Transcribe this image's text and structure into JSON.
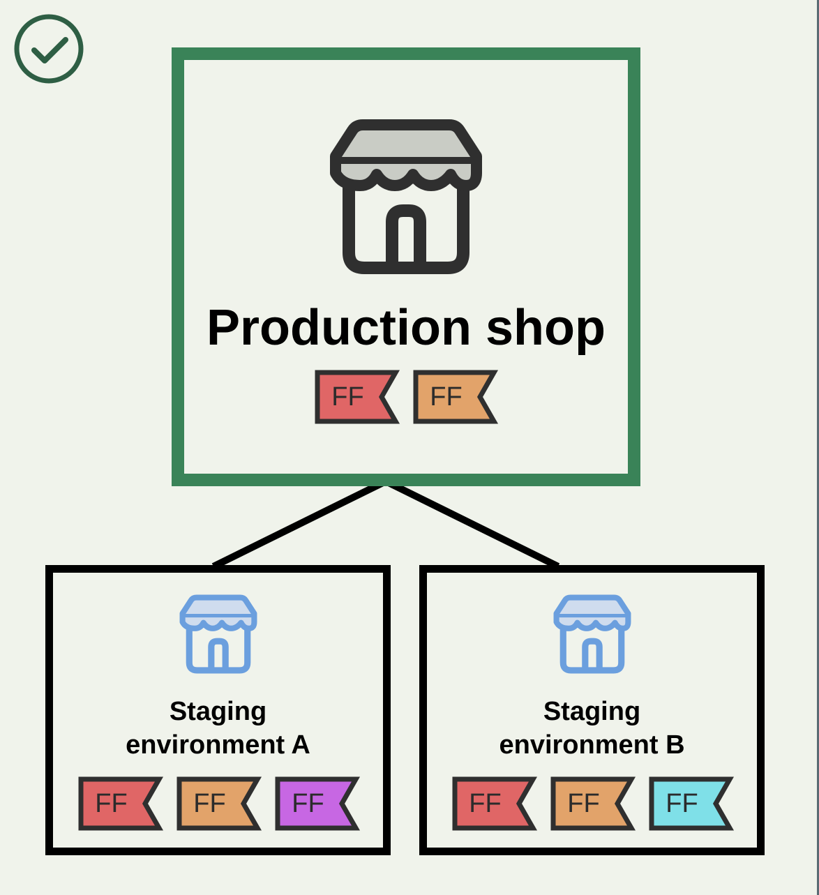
{
  "colors": {
    "background": "#f0f3eb",
    "production_border": "#3a8358",
    "staging_border": "#000000",
    "check_icon": "#2e5e44",
    "shop_icon_dark": "#2f2f2f",
    "shop_icon_blue": "#6b9fde"
  },
  "status_icon": "check-circle-icon",
  "production": {
    "icon": "shop-icon",
    "title": "Production shop",
    "flags": [
      {
        "label": "FF",
        "color": "#e06666"
      },
      {
        "label": "FF",
        "color": "#e2a36a"
      }
    ]
  },
  "staging": [
    {
      "icon": "shop-icon",
      "title_line1": "Staging",
      "title_line2": "environment A",
      "flags": [
        {
          "label": "FF",
          "color": "#e06666"
        },
        {
          "label": "FF",
          "color": "#e2a36a"
        },
        {
          "label": "FF",
          "color": "#c767e3"
        }
      ]
    },
    {
      "icon": "shop-icon",
      "title_line1": "Staging",
      "title_line2": "environment B",
      "flags": [
        {
          "label": "FF",
          "color": "#e06666"
        },
        {
          "label": "FF",
          "color": "#e2a36a"
        },
        {
          "label": "FF",
          "color": "#7fe0e8"
        }
      ]
    }
  ]
}
